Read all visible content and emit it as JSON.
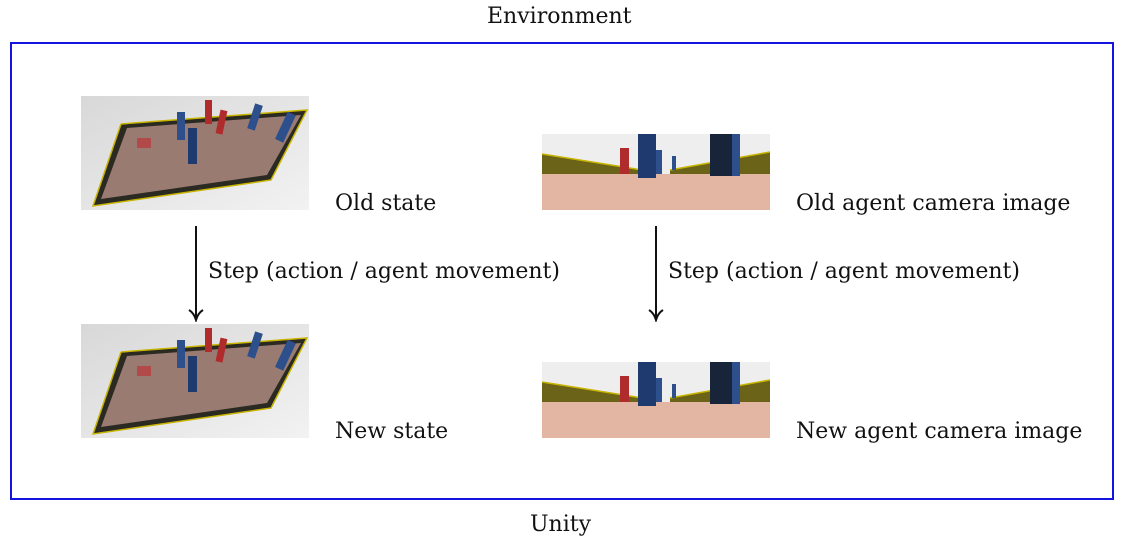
{
  "header": {
    "title": "Environment"
  },
  "footer": {
    "label": "Unity"
  },
  "left_column": {
    "old_label": "Old state",
    "new_label": "New state",
    "step_label": "Step (action / agent movement)",
    "image_old": "top-down-arena-render",
    "image_new": "top-down-arena-render"
  },
  "right_column": {
    "old_label": "Old agent camera image",
    "new_label": "New agent camera image",
    "step_label": "Step (action / agent movement)",
    "image_old": "first-person-camera-render",
    "image_new": "first-person-camera-render"
  },
  "colors": {
    "frame": "#1414e0",
    "floor": "#9a7b72",
    "wall_trim": "#c8b400",
    "blue_block": "#2d4f8c",
    "red_block": "#b02b2b",
    "sky": "#eeeeee",
    "ground": "#e2b6a2"
  }
}
